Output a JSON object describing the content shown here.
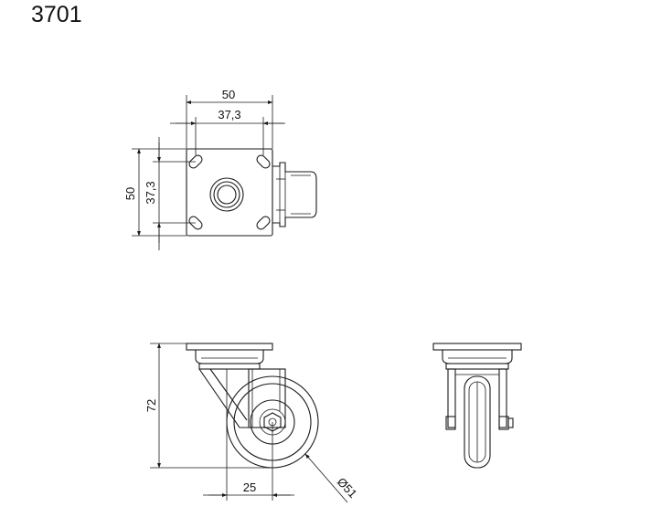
{
  "title": "3701",
  "dimensions": {
    "plate_width": "50",
    "hole_spacing_x": "37,3",
    "plate_height": "50",
    "hole_spacing_y": "37,3",
    "total_height": "72",
    "offset": "25",
    "wheel_diameter": "Ø51"
  }
}
